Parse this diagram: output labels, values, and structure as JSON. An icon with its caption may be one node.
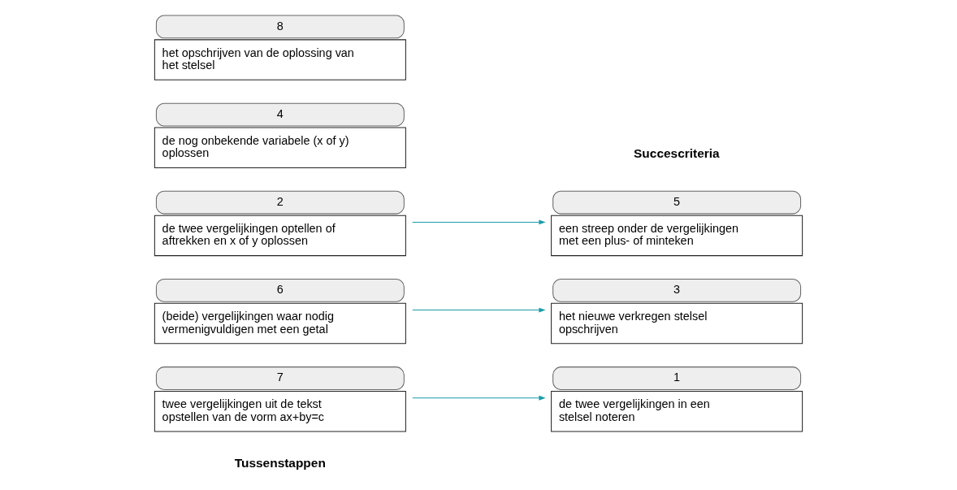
{
  "diagram": {
    "nodes": [
      {
        "text": [
          "7",
          "twee vergelijkingen uit de tekst opstellen van de vorm ax+by=c"
        ]
      },
      {
        "text": [
          "6",
          "(beide) vergelijkingen waar nodig vermenigvuldigen met een getal"
        ]
      },
      {
        "text": [
          "2",
          "de twee vergelijkingen optellen of aftrekken en x of y oplossen"
        ]
      },
      {
        "text": [
          "4",
          "de nog onbekende variabele (x of y) oplossen"
        ]
      },
      {
        "text": [
          "8",
          "het opschrijven van de oplossing van het stelsel"
        ]
      },
      {
        "text": [
          "1",
          "de twee vergelijkingen in een stelsel noteren"
        ]
      },
      {
        "text": [
          "3",
          "het nieuwe verkregen stelsel opschrijven"
        ]
      },
      {
        "text": [
          "5",
          "een streep onder de vergelijkingen met een plus- of minteken"
        ]
      }
    ],
    "edges": [
      {
        "from": 0,
        "to": 5,
        "arrow": "to"
      },
      {
        "from": 1,
        "to": 6,
        "arrow": "to"
      },
      {
        "from": 2,
        "to": 7,
        "arrow": "to"
      }
    ],
    "labels": [
      "Tussenstappen",
      "Succescriteria"
    ]
  }
}
